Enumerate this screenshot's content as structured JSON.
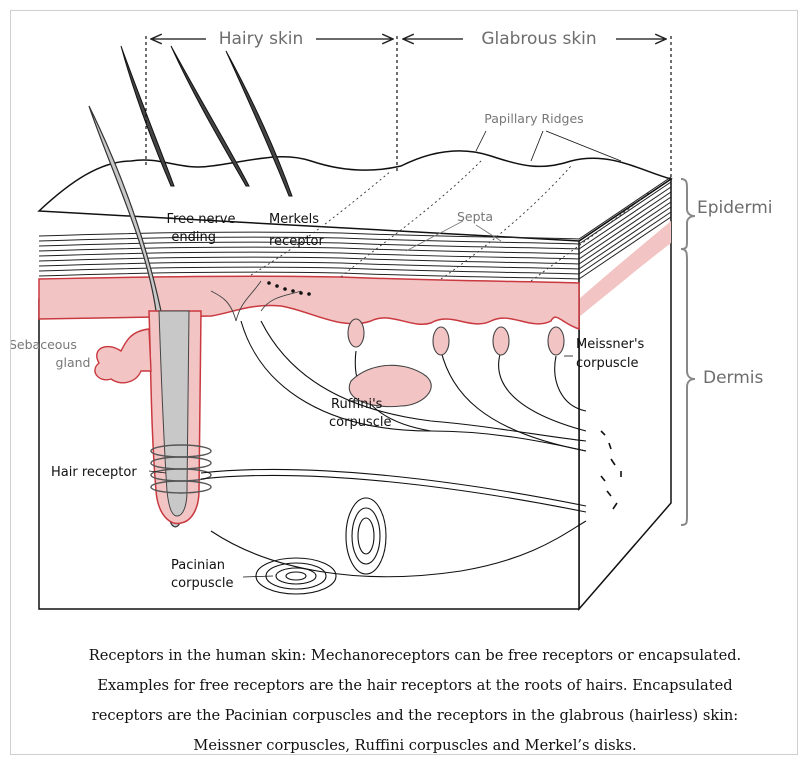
{
  "labels": {
    "hairy_skin": "Hairy skin",
    "glabrous_skin": "Glabrous skin",
    "papillary_ridges": "Papillary Ridges",
    "septa": "Septa",
    "free_nerve_ending_1": "Free nerve",
    "free_nerve_ending_2": "ending",
    "merkels_1": "Merkels",
    "merkels_2": "receptor",
    "epidermis": "Epidermi",
    "dermis": "Dermis",
    "sebaceous_1": "Sebaceous",
    "sebaceous_2": "gland",
    "meissner_1": "Meissner's",
    "meissner_2": "corpuscle",
    "ruffini_1": "Ruffini's",
    "ruffini_2": "corpuscle",
    "hair_receptor": "Hair receptor",
    "pacinian_1": "Pacinian",
    "pacinian_2": "corpuscle"
  },
  "caption_lines": [
    "Receptors in the human skin: Mechanoreceptors can be free receptors or encapsulated.",
    "Examples for free receptors are the hair receptors at the roots of hairs. Encapsulated",
    "receptors are the Pacinian corpuscles and the receptors in the glabrous (hairless) skin:",
    "Meissner corpuscles, Ruffini corpuscles and Merkel’s disks."
  ],
  "colors": {
    "dermis_pink": "#f2c4c4",
    "border_red": "#c9393f",
    "hair_gray": "#c8c8c8",
    "label_gray": "#777777"
  }
}
